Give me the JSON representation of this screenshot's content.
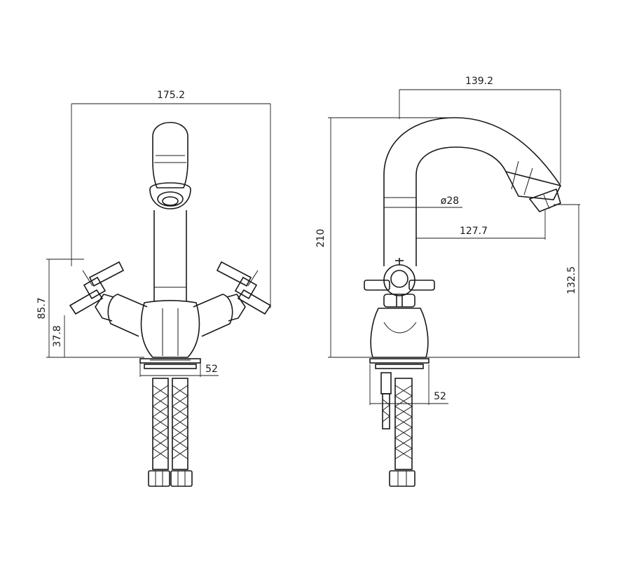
{
  "front_view": {
    "width_label": "175.2",
    "height_handles_label": "85.7",
    "height_body_label": "37.8",
    "base_label": "52"
  },
  "side_view": {
    "reach_label": "139.2",
    "height_label": "210",
    "diameter_label": "ø28",
    "spout_reach_label": "127.7",
    "outlet_height_label": "132.5",
    "base_label": "52"
  }
}
